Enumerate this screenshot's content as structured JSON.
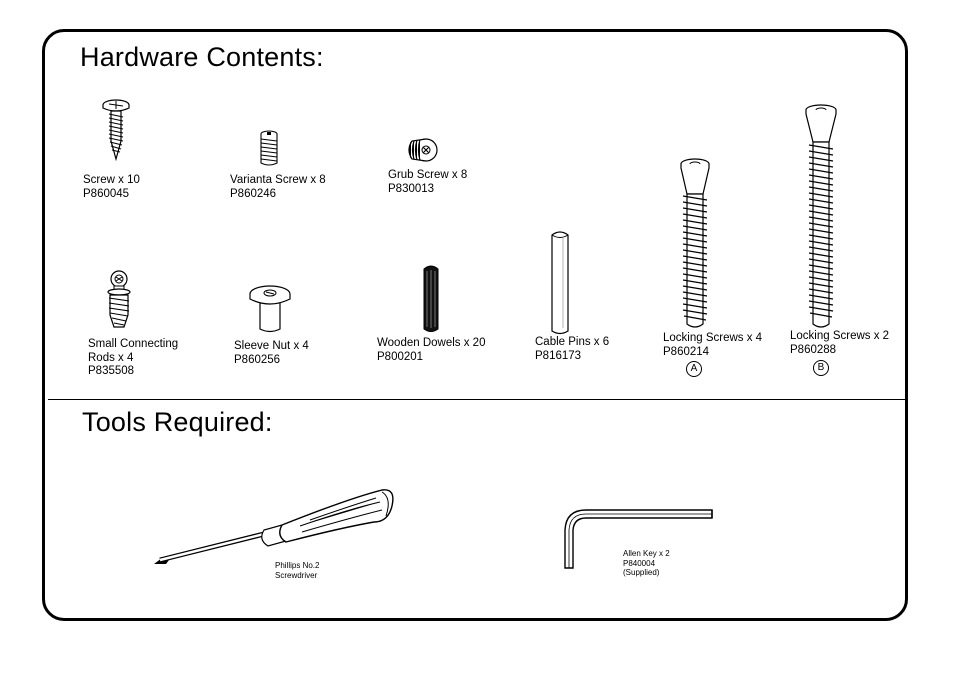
{
  "sections": {
    "hardware_title": "Hardware Contents:",
    "tools_title": "Tools Required:"
  },
  "hardware": [
    {
      "name": "Screw x 10",
      "code": "P860045"
    },
    {
      "name": "Varianta Screw x 8",
      "code": "P860246"
    },
    {
      "name": "Grub Screw x 8",
      "code": "P830013"
    },
    {
      "name": "Small Connecting",
      "name2": "Rods x 4",
      "code": "P835508"
    },
    {
      "name": "Sleeve Nut x 4",
      "code": "P860256"
    },
    {
      "name": "Wooden Dowels  x 20",
      "code": "P800201"
    },
    {
      "name": "Cable Pins x 6",
      "code": "P816173"
    },
    {
      "name": "Locking Screws  x 4",
      "code": "P860214",
      "marker": "A"
    },
    {
      "name": "Locking Screws x 2",
      "code": "P860288",
      "marker": "B"
    }
  ],
  "tools": [
    {
      "name": "Phillips No.2",
      "name2": "Screwdriver"
    },
    {
      "name": "Allen Key x 2",
      "code": "P840004",
      "note": "(Supplied)"
    }
  ]
}
